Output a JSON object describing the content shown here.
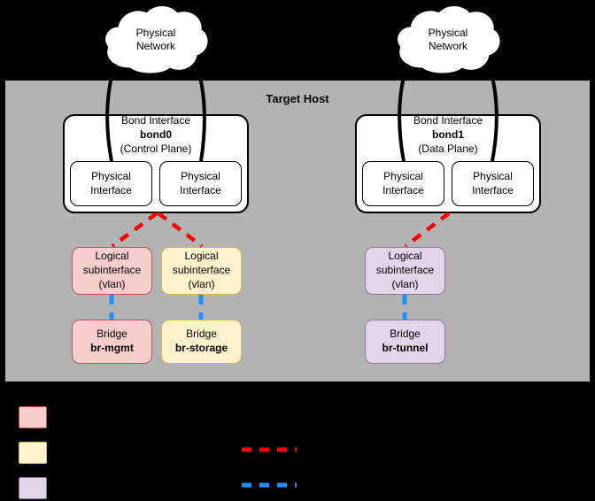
{
  "diagram": {
    "title": "Target Host",
    "background_color": "#000000",
    "host_region_color": "#b3b3b3"
  },
  "clouds": [
    {
      "name": "physical-network-left",
      "line1": "Physical",
      "line2": "Network"
    },
    {
      "name": "physical-network-right",
      "line1": "Physical",
      "line2": "Network"
    }
  ],
  "bonds": [
    {
      "name": "bond0",
      "caption": "Bond Interface",
      "id_label": "bond0",
      "role": "(Control Plane)",
      "members": [
        {
          "line1": "Physical",
          "line2": "Interface"
        },
        {
          "line1": "Physical",
          "line2": "Interface"
        }
      ]
    },
    {
      "name": "bond1",
      "caption": "Bond Interface",
      "id_label": "bond1",
      "role": "(Data Plane)",
      "members": [
        {
          "line1": "Physical",
          "line2": "Interface"
        },
        {
          "line1": "Physical",
          "line2": "Interface"
        }
      ]
    }
  ],
  "stacks": [
    {
      "key": "mgmt",
      "fill": "#f8cecc",
      "stroke": "#b85450",
      "subinterface": {
        "line1": "Logical",
        "line2": "subinterface",
        "line3": "(vlan)"
      },
      "bridge": {
        "line1": "Bridge",
        "name": "br-mgmt"
      }
    },
    {
      "key": "storage",
      "fill": "#fff2cc",
      "stroke": "#d6b656",
      "subinterface": {
        "line1": "Logical",
        "line2": "subinterface",
        "line3": "(vlan)"
      },
      "bridge": {
        "line1": "Bridge",
        "name": "br-storage"
      }
    },
    {
      "key": "tunnel",
      "fill": "#e1d5e7",
      "stroke": "#9673a6",
      "subinterface": {
        "line1": "Logical",
        "line2": "subinterface",
        "line3": "(vlan)"
      },
      "bridge": {
        "line1": "Bridge",
        "name": "br-tunnel"
      }
    }
  ],
  "connectors": {
    "physical_link_color": "#000000",
    "vlan_trunk_color": "#ff0000",
    "bridge_link_color": "#1e90ff"
  },
  "legend": {
    "swatches": [
      {
        "key": "mgmt",
        "fill": "#f8cecc",
        "stroke": "#b85450",
        "label": ""
      },
      {
        "key": "storage",
        "fill": "#fff2cc",
        "stroke": "#d6b656",
        "label": ""
      },
      {
        "key": "tunnel",
        "fill": "#e1d5e7",
        "stroke": "#9673a6",
        "label": ""
      }
    ],
    "lines": [
      {
        "key": "vlan-trunk",
        "color": "#ff0000",
        "label": ""
      },
      {
        "key": "bridge-link",
        "color": "#1e90ff",
        "label": ""
      }
    ]
  }
}
